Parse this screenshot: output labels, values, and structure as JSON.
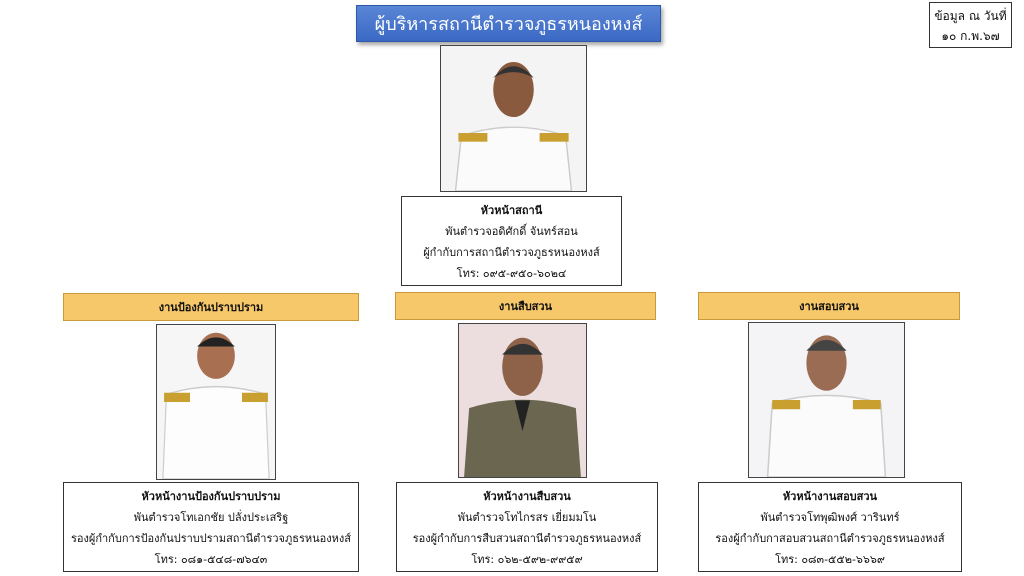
{
  "header": {
    "title": "ผู้บริหารสถานีตำรวจภูธรหนองหงส์"
  },
  "date_box": {
    "line1": "ข้อมูล ณ วันที่",
    "line2": "๑๐ ก.พ.๖๗"
  },
  "chief": {
    "role": "หัวหน้าสถานี",
    "name": "พันตำรวจอดิศักดิ์ จันทร์สอน",
    "position": "ผู้กำกับการสถานีตำรวจภูธรหนองหงส์",
    "phone": "โทร: ๐๙๕-๙๕๐-๖๐๒๔"
  },
  "sections": [
    {
      "title": "งานป้องกันปราบปราม",
      "role": "หัวหน้างานป้องกันปราบปราม",
      "name": "พันตำรวจโทเอกชัย ปลั่งประเสริฐ",
      "position": "รองผู้กำกับการป้องกันปราบปรามสถานีตำรวจภูธรหนองหงส์",
      "phone": "โทร: ๐๘๑-๕๔๘-๗๖๔๓"
    },
    {
      "title": "งานสืบสวน",
      "role": "หัวหน้างานสืบสวน",
      "name": "พันตำรวจโทไกรสร เยี่ยมมโน",
      "position": "รองผู้กำกับการสืบสวนสถานีตำรวจภูธรหนองหงส์",
      "phone": "โทร: ๐๖๒-๕๙๒-๙๙๕๙"
    },
    {
      "title": "งานสอบสวน",
      "role": "หัวหน้างานสอบสวน",
      "name": "พันตำรวจโทพุฒิพงศ์ วารินทร์",
      "position": "รองผู้กำกับกาสอบสวนสถานีตำรวจภูธรหนองหงส์",
      "phone": "โทร: ๐๘๓-๕๕๒-๖๖๖๙"
    }
  ]
}
